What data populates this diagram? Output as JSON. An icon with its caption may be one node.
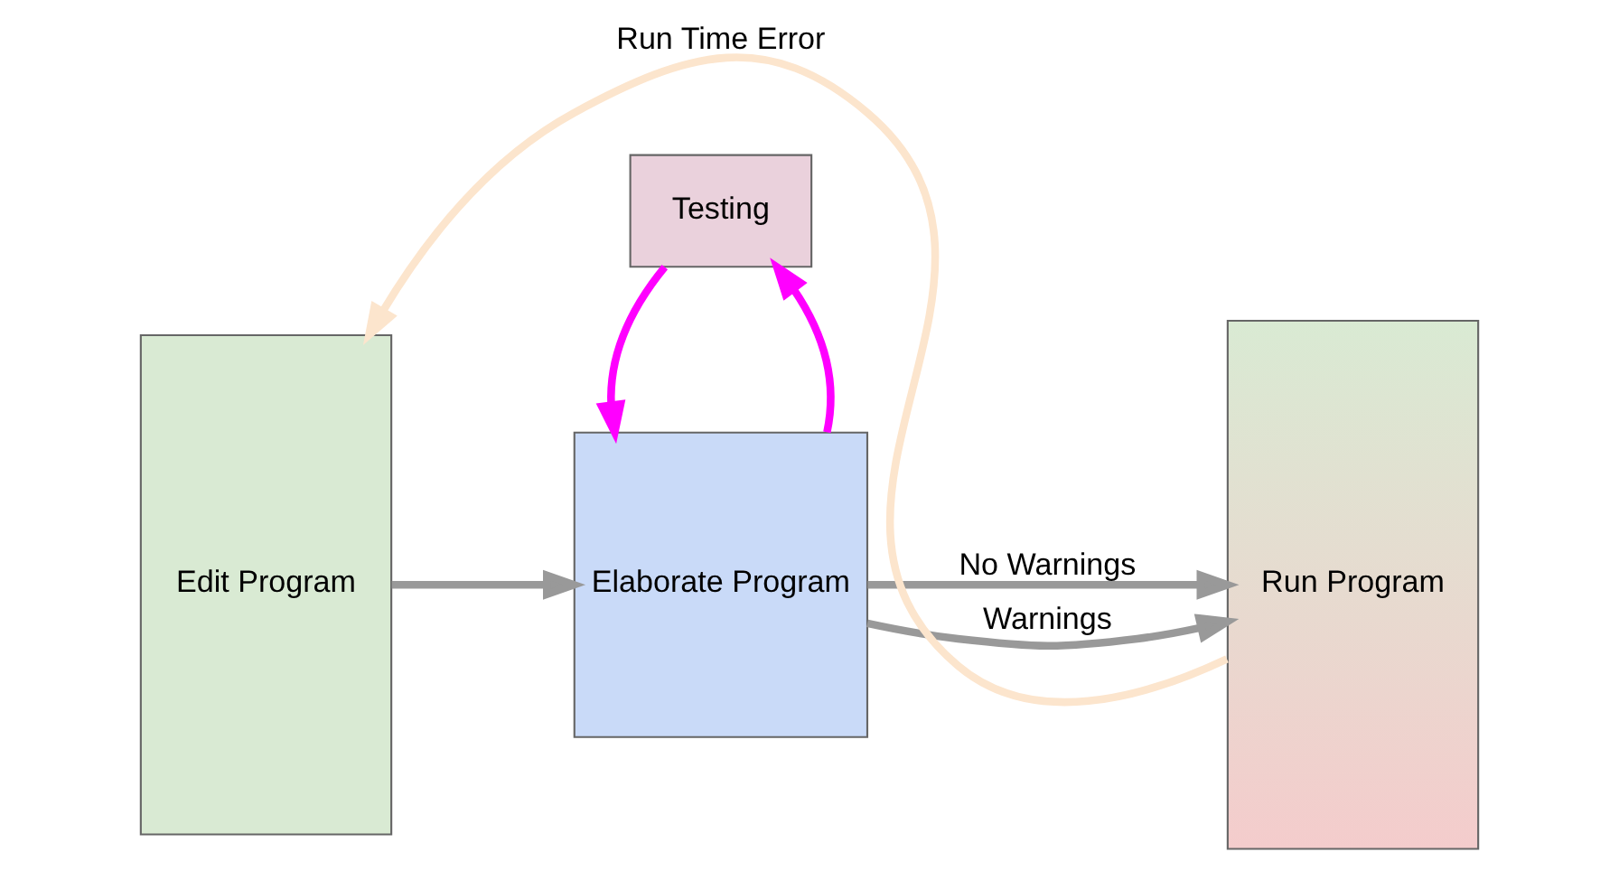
{
  "diagram": {
    "nodes": [
      {
        "text": [
          "Edit Program"
        ]
      },
      {
        "text": [
          "Elaborate Program"
        ]
      },
      {
        "text": [
          "Run Program"
        ]
      },
      {
        "text": [
          "Testing"
        ]
      }
    ],
    "edges": [
      {
        "from": 0,
        "to": 1,
        "arrow": "to"
      },
      {
        "from": 1,
        "to": 2,
        "arrow": "to",
        "label": "No Warnings"
      },
      {
        "from": 1,
        "to": 2,
        "arrow": "to",
        "label": "Warnings"
      },
      {
        "from": 2,
        "to": 0,
        "arrow": "to",
        "label": "Run Time Error",
        "color": "#fce5cd"
      },
      {
        "from": 1,
        "to": 3,
        "arrow": "to",
        "color": "#ff00ff"
      },
      {
        "from": 3,
        "to": 1,
        "arrow": "to",
        "color": "#ff00ff"
      }
    ]
  }
}
